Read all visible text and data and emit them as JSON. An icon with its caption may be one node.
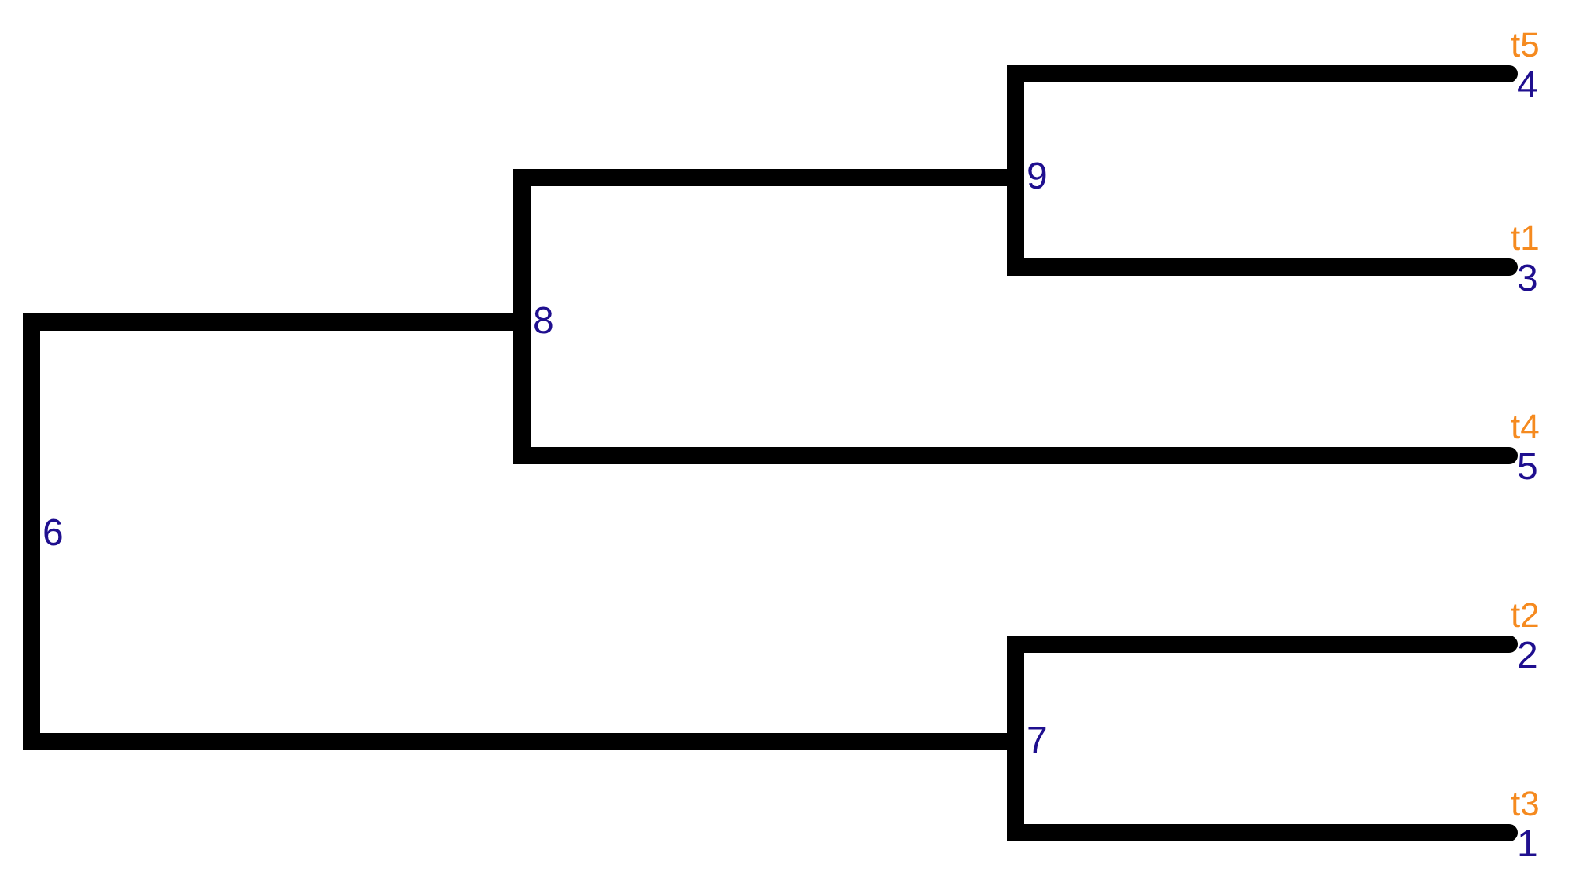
{
  "diagram": {
    "nodes": [
      {
        "text": [
          "t5",
          "4"
        ]
      },
      {
        "text": [
          "9"
        ]
      },
      {
        "text": [
          "t1",
          "3"
        ]
      },
      {
        "text": [
          "8"
        ]
      },
      {
        "text": [
          "t4",
          "5"
        ]
      },
      {
        "text": [
          "6"
        ]
      },
      {
        "text": [
          "t2",
          "2"
        ]
      },
      {
        "text": [
          "7"
        ]
      },
      {
        "text": [
          "t3",
          "1"
        ]
      }
    ],
    "edges": [
      {
        "from": 5,
        "to": 3,
        "arrow": "none"
      },
      {
        "from": 5,
        "to": 7,
        "arrow": "none"
      },
      {
        "from": 3,
        "to": 1,
        "arrow": "none"
      },
      {
        "from": 3,
        "to": 4,
        "arrow": "none"
      },
      {
        "from": 1,
        "to": 0,
        "arrow": "none"
      },
      {
        "from": 1,
        "to": 2,
        "arrow": "none"
      },
      {
        "from": 7,
        "to": 6,
        "arrow": "none"
      },
      {
        "from": 7,
        "to": 8,
        "arrow": "none"
      }
    ]
  }
}
